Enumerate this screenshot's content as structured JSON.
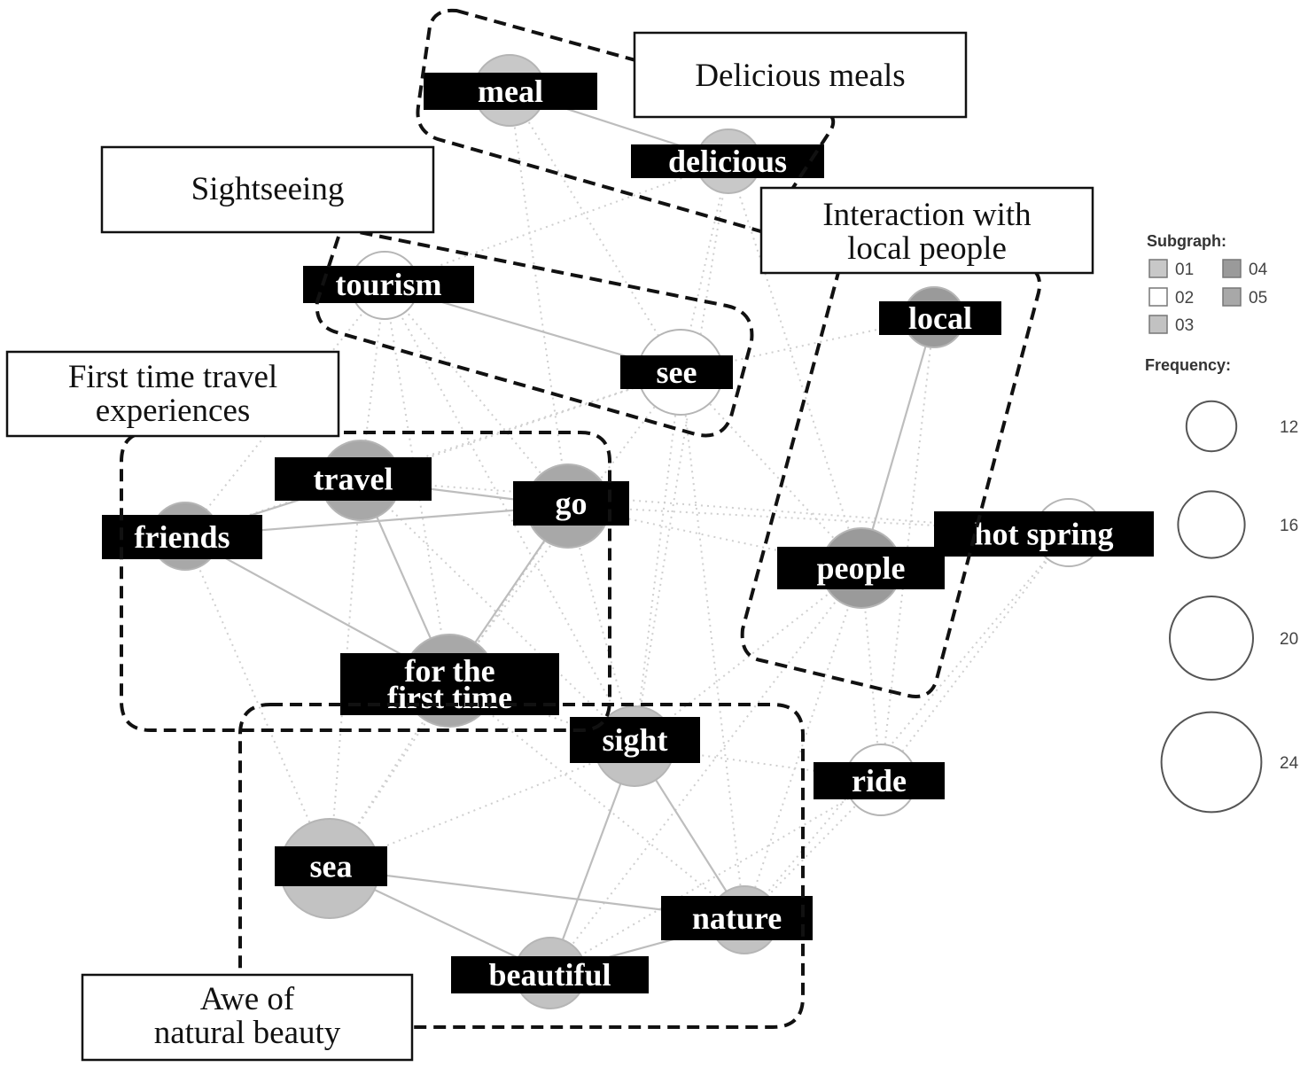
{
  "colors": {
    "subgraph_01": "#c8c8c8",
    "subgraph_02": "#ffffff",
    "subgraph_03": "#c2c2c2",
    "subgraph_04": "#9a9a9a",
    "subgraph_05": "#a8a8a8"
  },
  "nodes": [
    {
      "id": "meal",
      "label": [
        "meal"
      ],
      "subgraph": "01"
    },
    {
      "id": "delicious",
      "label": [
        "delicious"
      ],
      "subgraph": "01"
    },
    {
      "id": "tourism",
      "label": [
        "tourism"
      ],
      "subgraph": "02"
    },
    {
      "id": "see",
      "label": [
        "see"
      ],
      "subgraph": "02"
    },
    {
      "id": "local",
      "label": [
        "local"
      ],
      "subgraph": "04"
    },
    {
      "id": "people",
      "label": [
        "people"
      ],
      "subgraph": "04"
    },
    {
      "id": "hot_spring",
      "label": [
        "hot spring"
      ],
      "subgraph": "02"
    },
    {
      "id": "travel",
      "label": [
        "travel"
      ],
      "subgraph": "05"
    },
    {
      "id": "go",
      "label": [
        "go"
      ],
      "subgraph": "05"
    },
    {
      "id": "friends",
      "label": [
        "friends"
      ],
      "subgraph": "05"
    },
    {
      "id": "first_time",
      "label": [
        "for the",
        "first time"
      ],
      "subgraph": "05"
    },
    {
      "id": "sight",
      "label": [
        "sight"
      ],
      "subgraph": "03"
    },
    {
      "id": "ride",
      "label": [
        "ride"
      ],
      "subgraph": "02"
    },
    {
      "id": "sea",
      "label": [
        "sea"
      ],
      "subgraph": "03"
    },
    {
      "id": "nature",
      "label": [
        "nature"
      ],
      "subgraph": "03"
    },
    {
      "id": "beautiful",
      "label": [
        "beautiful"
      ],
      "subgraph": "03"
    }
  ],
  "groups": [
    {
      "id": "delicious_meals",
      "label": [
        "Delicious meals"
      ]
    },
    {
      "id": "sightseeing",
      "label": [
        "Sightseeing"
      ]
    },
    {
      "id": "interaction",
      "label": [
        "Interaction  with",
        "local people"
      ]
    },
    {
      "id": "first_time_travel",
      "label": [
        "First time travel",
        "experiences"
      ]
    },
    {
      "id": "awe",
      "label": [
        "Awe of",
        "natural beauty"
      ]
    }
  ],
  "edges_solid": [
    [
      "meal",
      "delicious"
    ],
    [
      "tourism",
      "see"
    ],
    [
      "local",
      "people"
    ],
    [
      "travel",
      "go"
    ],
    [
      "travel",
      "friends"
    ],
    [
      "friends",
      "go"
    ],
    [
      "travel",
      "first_time"
    ],
    [
      "friends",
      "first_time"
    ],
    [
      "go",
      "first_time"
    ],
    [
      "sight",
      "nature"
    ],
    [
      "sight",
      "beautiful"
    ],
    [
      "sea",
      "beautiful"
    ],
    [
      "sea",
      "nature"
    ],
    [
      "beautiful",
      "nature"
    ]
  ],
  "edges_dotted": [
    [
      "meal",
      "see"
    ],
    [
      "meal",
      "go"
    ],
    [
      "delicious",
      "see"
    ],
    [
      "delicious",
      "tourism"
    ],
    [
      "delicious",
      "people"
    ],
    [
      "delicious",
      "sight"
    ],
    [
      "tourism",
      "travel"
    ],
    [
      "tourism",
      "go"
    ],
    [
      "tourism",
      "sight"
    ],
    [
      "tourism",
      "first_time"
    ],
    [
      "tourism",
      "friends"
    ],
    [
      "see",
      "travel"
    ],
    [
      "see",
      "local"
    ],
    [
      "see",
      "first_time"
    ],
    [
      "see",
      "people"
    ],
    [
      "see",
      "sight"
    ],
    [
      "go",
      "people"
    ],
    [
      "go",
      "hot_spring"
    ],
    [
      "go",
      "sight"
    ],
    [
      "go",
      "sea"
    ],
    [
      "travel",
      "hot_spring"
    ],
    [
      "travel",
      "sea"
    ],
    [
      "travel",
      "sight"
    ],
    [
      "friends",
      "sea"
    ],
    [
      "friends",
      "see"
    ],
    [
      "first_time",
      "sea"
    ],
    [
      "first_time",
      "sight"
    ],
    [
      "people",
      "sight"
    ],
    [
      "people",
      "ride"
    ],
    [
      "people",
      "nature"
    ],
    [
      "people",
      "beautiful"
    ],
    [
      "people",
      "hot_spring"
    ],
    [
      "local",
      "ride"
    ],
    [
      "sight",
      "ride"
    ],
    [
      "ride",
      "nature"
    ],
    [
      "ride",
      "beautiful"
    ],
    [
      "hot_spring",
      "ride"
    ],
    [
      "hot_spring",
      "nature"
    ],
    [
      "sea",
      "sight"
    ],
    [
      "first_time",
      "nature"
    ],
    [
      "see",
      "nature"
    ]
  ],
  "legend": {
    "subgraph_title": "Subgraph:",
    "subgraph_items": [
      {
        "label": "01",
        "color": "#c8c8c8"
      },
      {
        "label": "02",
        "color": "#ffffff"
      },
      {
        "label": "03",
        "color": "#c2c2c2"
      },
      {
        "label": "04",
        "color": "#9a9a9a"
      },
      {
        "label": "05",
        "color": "#a8a8a8"
      }
    ],
    "frequency_title": "Frequency:",
    "frequency_items": [
      {
        "label": "12",
        "value": 12
      },
      {
        "label": "16",
        "value": 16
      },
      {
        "label": "20",
        "value": 20
      },
      {
        "label": "24",
        "value": 24
      }
    ]
  }
}
